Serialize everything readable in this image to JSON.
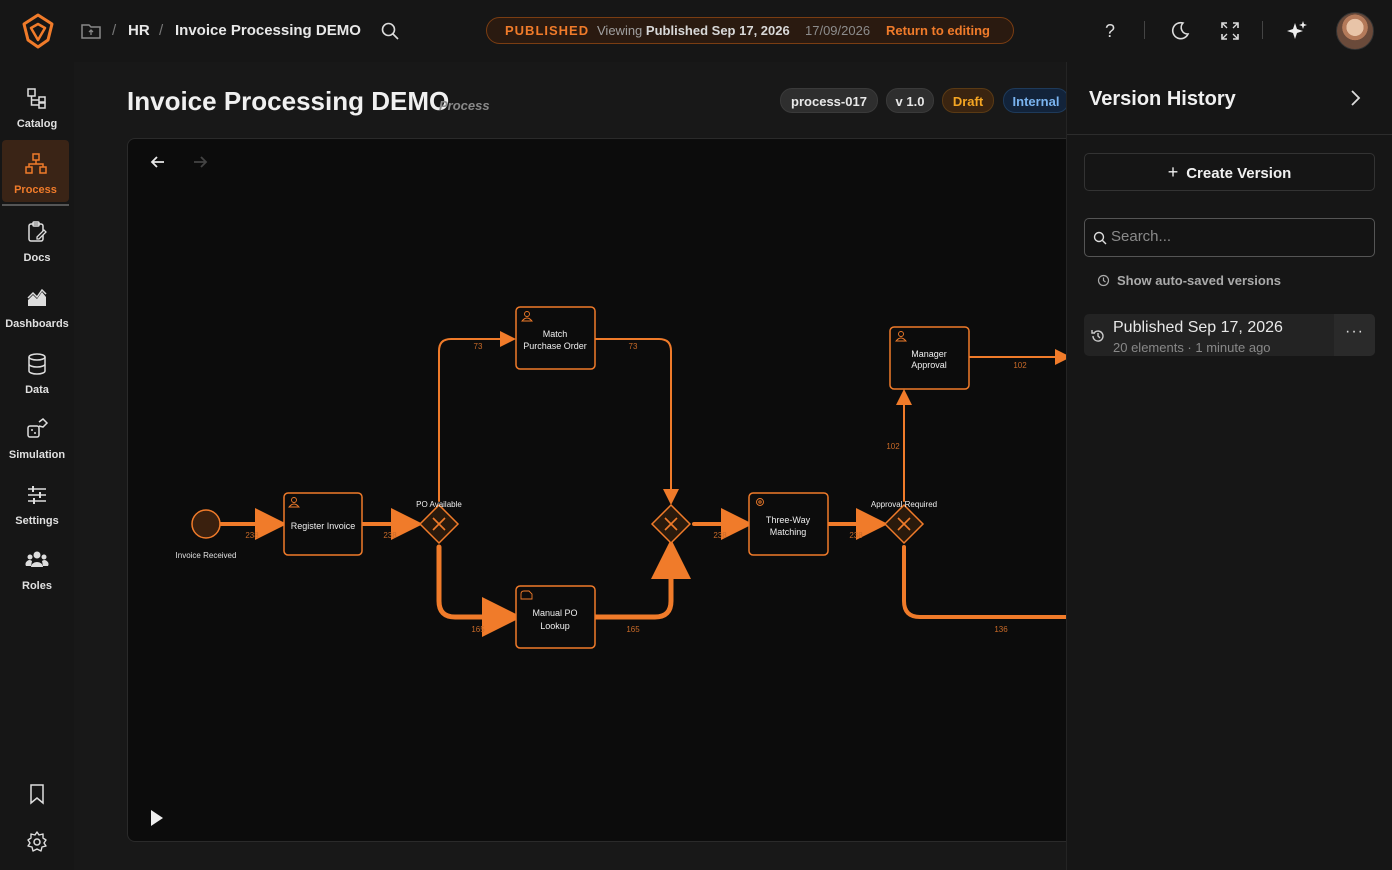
{
  "topbar": {
    "breadcrumb": [
      "HR",
      "Invoice Processing DEMO"
    ],
    "separator": "/",
    "banner": {
      "status": "PUBLISHED",
      "viewing_prefix": "Viewing",
      "viewing_label": "Published Sep 17, 2026",
      "date": "17/09/2026",
      "return_label": "Return to editing"
    },
    "icons": [
      "help-icon",
      "moon-icon",
      "fullscreen-icon",
      "sparkle-icon"
    ],
    "help_glyph": "?"
  },
  "sidebar": {
    "items": [
      {
        "label": "Catalog",
        "icon": "catalog-icon"
      },
      {
        "label": "Process",
        "icon": "process-icon",
        "active": true
      },
      {
        "label": "Docs",
        "icon": "docs-icon"
      },
      {
        "label": "Dashboards",
        "icon": "dashboards-icon"
      },
      {
        "label": "Data",
        "icon": "data-icon"
      },
      {
        "label": "Simulation",
        "icon": "simulation-icon"
      },
      {
        "label": "Settings",
        "icon": "settings-sliders-icon"
      },
      {
        "label": "Roles",
        "icon": "roles-icon"
      }
    ],
    "bottom_icons": [
      "bookmark-icon",
      "gear-icon"
    ]
  },
  "page": {
    "title": "Invoice Processing DEMO",
    "type": "Process",
    "tags": [
      "process-017",
      "v 1.0",
      "Draft",
      "Internal"
    ]
  },
  "diagram": {
    "accent": "#f07b2a",
    "events": [
      {
        "id": "start",
        "label": "Invoice Received"
      }
    ],
    "tasks": [
      {
        "id": "register",
        "label": [
          "Register Invoice"
        ],
        "icon": "user-task-icon"
      },
      {
        "id": "match",
        "label": [
          "Match",
          "Purchase Order"
        ],
        "icon": "user-task-icon"
      },
      {
        "id": "manual",
        "label": [
          "Manual PO",
          "Lookup"
        ],
        "icon": "manual-task-icon"
      },
      {
        "id": "threeway",
        "label": [
          "Three-Way",
          "Matching"
        ],
        "icon": "service-task-icon"
      },
      {
        "id": "approval",
        "label": [
          "Manager",
          "Approval"
        ],
        "icon": "user-task-icon"
      }
    ],
    "gateways": [
      {
        "id": "gw1",
        "label": "PO Available"
      },
      {
        "id": "gw2",
        "label": ""
      },
      {
        "id": "gw3",
        "label": "Approval Required"
      }
    ],
    "flow_counts": {
      "start_register": "238",
      "register_gw1": "238",
      "gw1_match": "73",
      "match_gw2": "73",
      "gw1_manual": "165",
      "manual_gw2": "165",
      "gw2_threeway": "238",
      "threeway_gw3": "238",
      "gw3_approval": "102",
      "approval_out": "102",
      "gw3_out": "136"
    }
  },
  "version_panel": {
    "title": "Version History",
    "create_label": "Create Version",
    "search_placeholder": "Search...",
    "autosave_label": "Show auto-saved versions",
    "versions": [
      {
        "title": "Published Sep 17, 2026",
        "subtitle": "20 elements · 1 minute ago"
      }
    ],
    "more_glyph": "···"
  }
}
